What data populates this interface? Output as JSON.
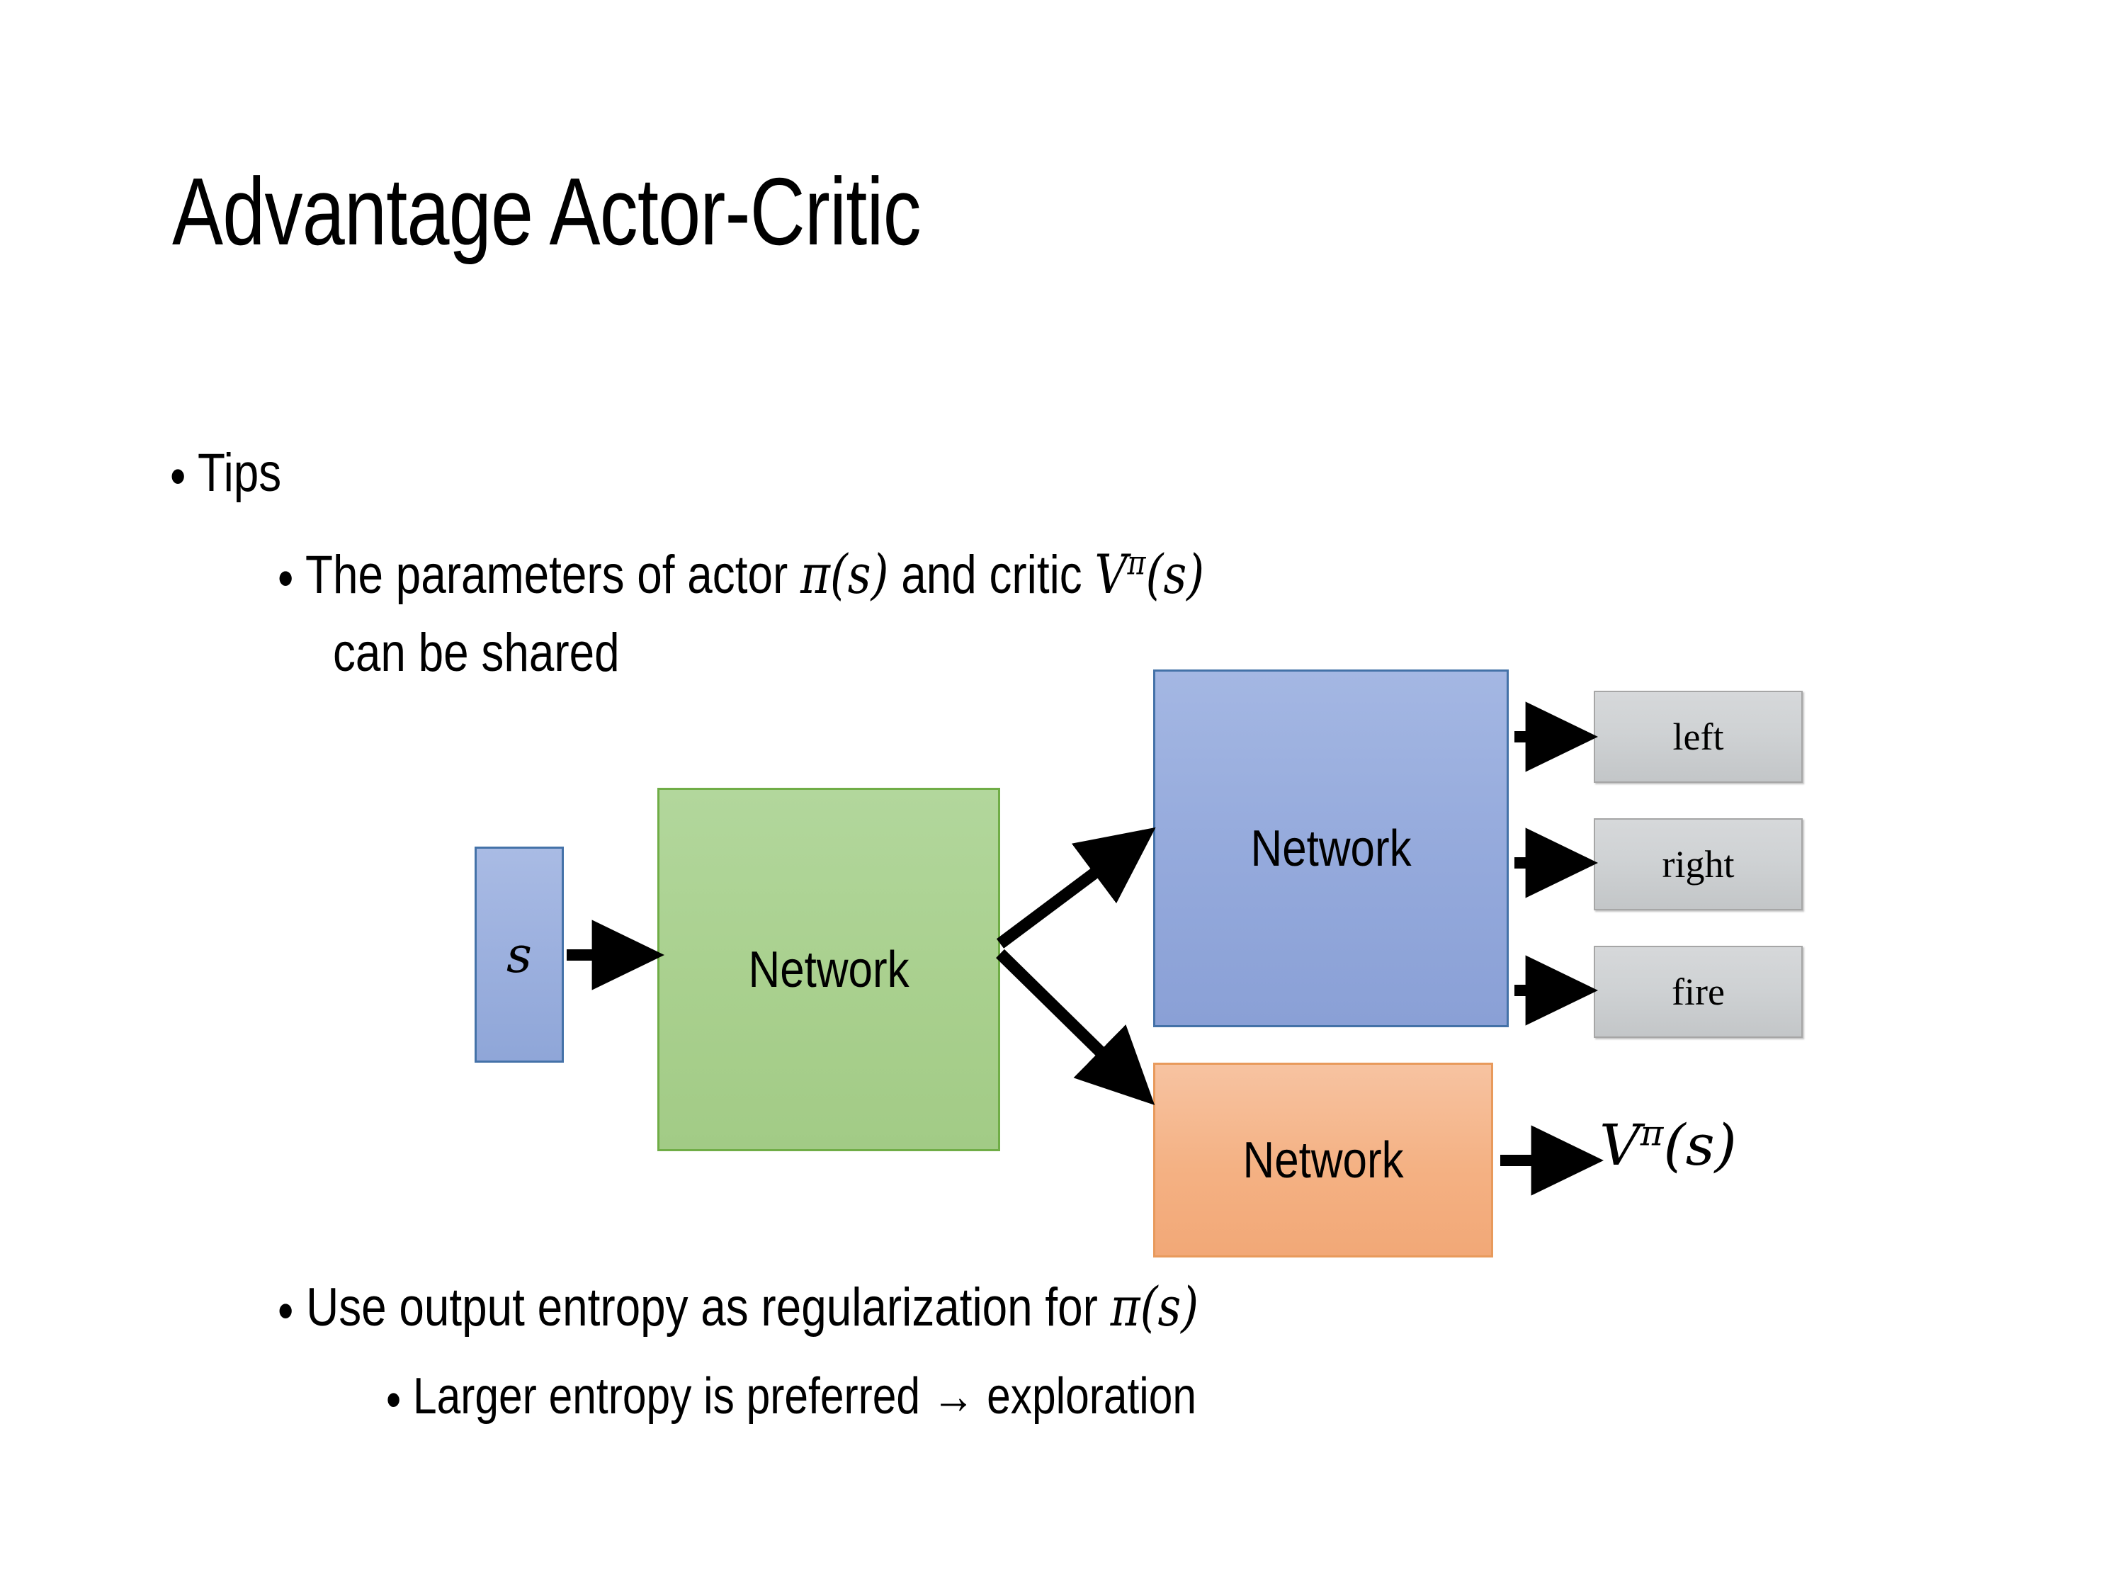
{
  "slide": {
    "title": "Advantage Actor-Critic",
    "bullets": [
      {
        "level": 1,
        "marker": "•",
        "text": "Tips"
      },
      {
        "level": 2,
        "marker": "•",
        "text_before": "The parameters of actor ",
        "math_1": "π(s)",
        "text_mid": "  and critic ",
        "math_2": "Vπ(s)",
        "text_line2": "can be shared"
      },
      {
        "level": 2,
        "marker": "•",
        "text_before": "Use output entropy as regularization for ",
        "math_1": "π(s)"
      },
      {
        "level": 3,
        "marker": "•",
        "text": "Larger entropy is preferred → exploration"
      }
    ],
    "bullet_texts": {
      "tips": "Tips",
      "param_pre": "The parameters of actor ",
      "param_mid": "  and critic ",
      "param_line2": "can be shared",
      "entropy_pre": "Use output entropy as regularization for ",
      "larger": "Larger entropy is preferred → exploration"
    },
    "math": {
      "pi": "π",
      "s": "s",
      "V": "V",
      "lparen": "(",
      "rparen": ")"
    }
  },
  "diagram": {
    "type": "block-flow",
    "nodes": [
      {
        "id": "state",
        "label": "s",
        "shape": "rect",
        "fill": "#9DB1DF",
        "stroke": "#4472A8",
        "style": "italic-serif"
      },
      {
        "id": "shared",
        "label": "Network",
        "shape": "rect",
        "fill": "#A9D08E",
        "stroke": "#70AD47"
      },
      {
        "id": "actor",
        "label": "Network",
        "shape": "rect",
        "fill": "#95AADC",
        "stroke": "#4472A8"
      },
      {
        "id": "critic",
        "label": "Network",
        "shape": "rect",
        "fill": "#F4B183",
        "stroke": "#E89A5C"
      },
      {
        "id": "action_left",
        "label": "left",
        "shape": "rect",
        "fill": "#CFD2D4",
        "stroke": "#A6A6A6"
      },
      {
        "id": "action_right",
        "label": "right",
        "shape": "rect",
        "fill": "#CFD2D4",
        "stroke": "#A6A6A6"
      },
      {
        "id": "action_fire",
        "label": "fire",
        "shape": "rect",
        "fill": "#CFD2D4",
        "stroke": "#A6A6A6"
      },
      {
        "id": "value_output",
        "label": "Vπ(s)",
        "shape": "text"
      }
    ],
    "edges": [
      {
        "from": "state",
        "to": "shared"
      },
      {
        "from": "shared",
        "to": "actor"
      },
      {
        "from": "shared",
        "to": "critic"
      },
      {
        "from": "actor",
        "to": "action_left"
      },
      {
        "from": "actor",
        "to": "action_right"
      },
      {
        "from": "actor",
        "to": "action_fire"
      },
      {
        "from": "critic",
        "to": "value_output"
      }
    ],
    "labels": {
      "state": "s",
      "network": "Network",
      "left": "left",
      "right": "right",
      "fire": "fire"
    }
  },
  "colors": {
    "background": "#FFFFFF",
    "text": "#000000",
    "blue_fill": "#9DB1DF",
    "blue_stroke": "#4472A8",
    "green_fill": "#A9D08E",
    "green_stroke": "#70AD47",
    "orange_fill": "#F4B183",
    "orange_stroke": "#E89A5C",
    "gray_fill": "#CFD2D4",
    "gray_stroke": "#A6A6A6",
    "arrow": "#000000"
  }
}
